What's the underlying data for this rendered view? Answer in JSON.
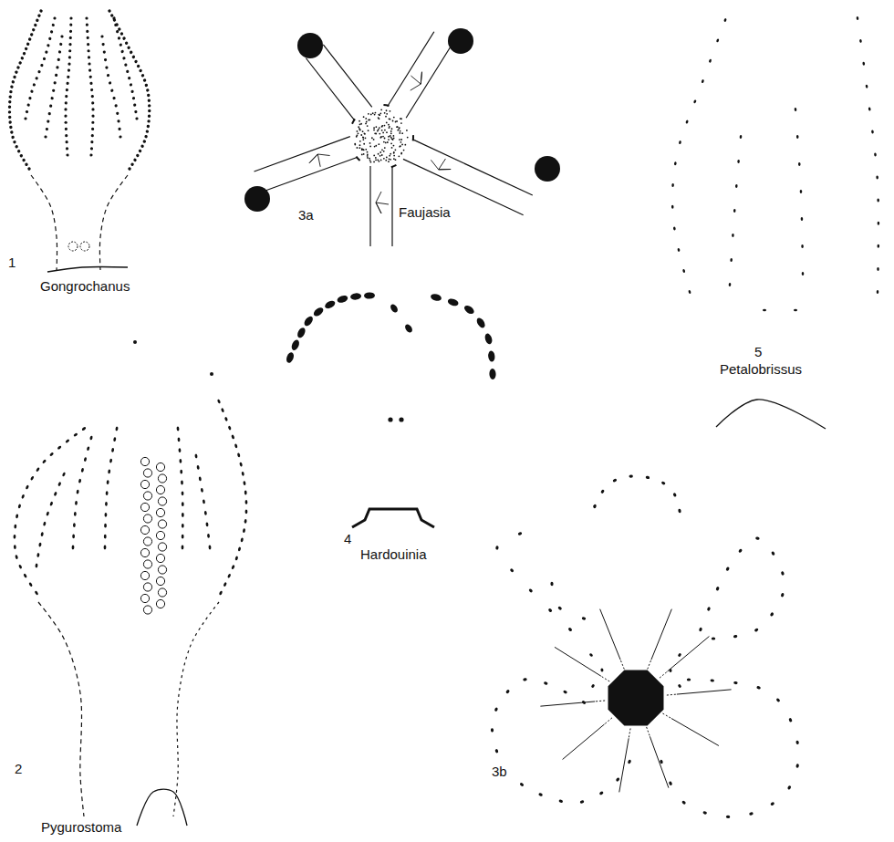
{
  "diagram": {
    "labels": [
      "1",
      "Gongrochanus",
      "3a",
      "Faujasia",
      "5",
      "Petalobrissus",
      "4",
      "Hardouinia",
      "3b",
      "2",
      "Pygurostoma"
    ]
  }
}
